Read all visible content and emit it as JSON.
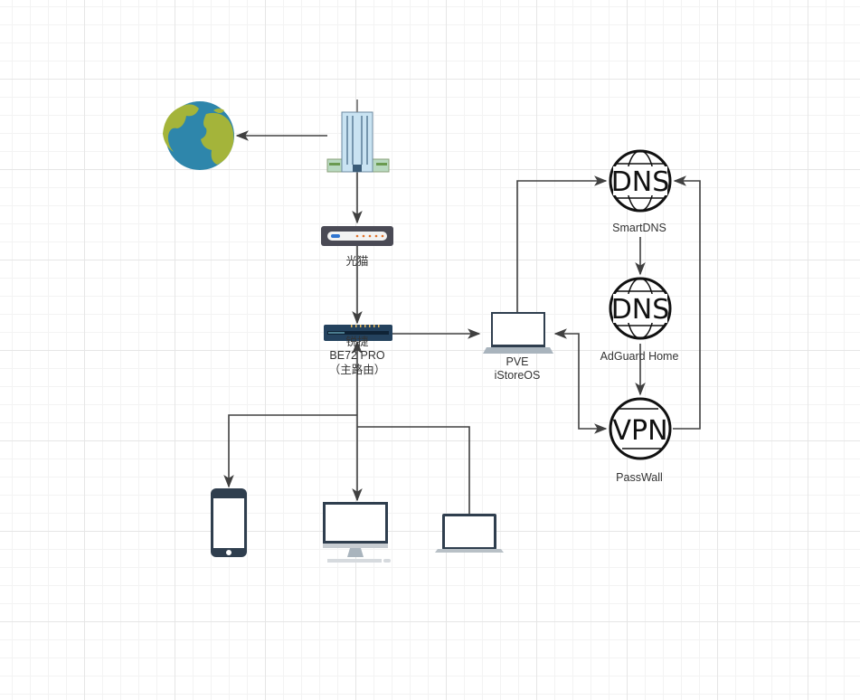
{
  "nodes": {
    "internet": {
      "icon": "globe-icon"
    },
    "isp": {
      "icon": "building-icon"
    },
    "modem": {
      "icon": "modem-icon",
      "label": "光猫"
    },
    "router": {
      "icon": "router-icon",
      "label_line1": "锐捷",
      "label_line2": "BE72 PRO",
      "label_line3": "（主路由）"
    },
    "pve": {
      "icon": "laptop-icon",
      "label_line1": "PVE",
      "label_line2": "iStoreOS"
    },
    "smartdns": {
      "icon": "dns-icon",
      "label": "SmartDNS",
      "glyph": "DNS"
    },
    "adguard": {
      "icon": "dns-icon",
      "label": "AdGuard Home",
      "glyph": "DNS"
    },
    "passwall": {
      "icon": "vpn-icon",
      "label": "PassWall",
      "glyph": "VPN"
    },
    "phone": {
      "icon": "phone-icon"
    },
    "desktop": {
      "icon": "desktop-icon"
    },
    "laptop": {
      "icon": "laptop-icon"
    }
  },
  "colors": {
    "edge": "#404040",
    "device_dark": "#2f3e4e",
    "router_blue": "#24425e",
    "globe_ocean": "#2e86ab",
    "globe_land": "#a4b43a"
  }
}
